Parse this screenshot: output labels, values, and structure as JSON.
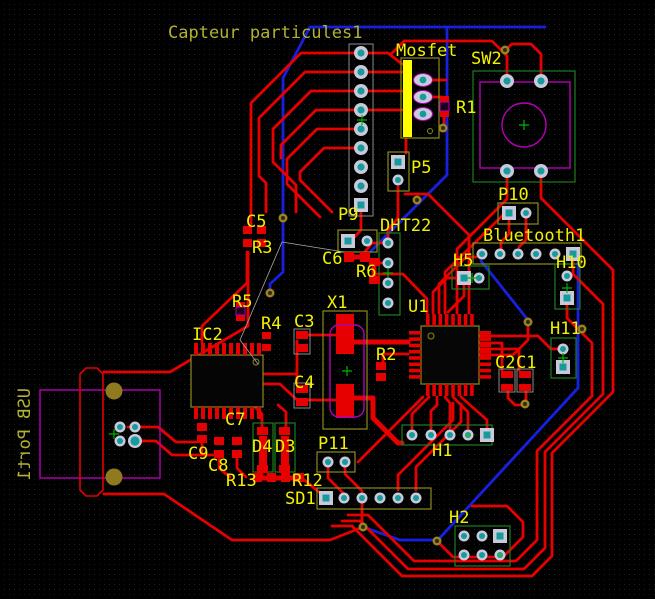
{
  "window": {
    "type": "pcb-layout-canvas",
    "board_title": "Capteur particules1"
  },
  "layers": {
    "top_copper": "#e60000",
    "bottom_copper": "#1820e0",
    "names_silkscreen": "#f2f200",
    "place_silkscreen": "#b2b232",
    "pad_ring": "#cfcfd9",
    "drill": "#159b9b",
    "via": "#9a8322",
    "frame_green": "#1e7d1e",
    "frame_olive": "#8a8a1e",
    "frame_magenta": "#b400b4"
  },
  "board": {
    "labels": {
      "capteur": "Capteur particules1",
      "mosfet": "Mosfet",
      "sw2": "SW2",
      "r1": "R1",
      "p5": "P5",
      "p9": "P9",
      "dht22": "DHT22",
      "p10": "P10",
      "bluetooth1": "Bluetooth1",
      "h5": "H5",
      "h10": "H10",
      "h11": "H11",
      "c5": "C5",
      "r3": "R3",
      "c6": "C6",
      "r6": "R6",
      "r5": "R5",
      "r4": "R4",
      "ic2": "IC2",
      "x1": "X1",
      "c3": "C3",
      "c4": "C4",
      "r2": "R2",
      "u1": "U1",
      "c2": "C2",
      "c1": "C1",
      "c7": "C7",
      "c9": "C9",
      "c8": "C8",
      "d4": "D4",
      "d3": "D3",
      "p11": "P11",
      "r13": "R13",
      "r12": "R12",
      "sd1": "SD1",
      "h1": "H1",
      "h2": "H2",
      "usb_port1": "USB Port1"
    }
  }
}
